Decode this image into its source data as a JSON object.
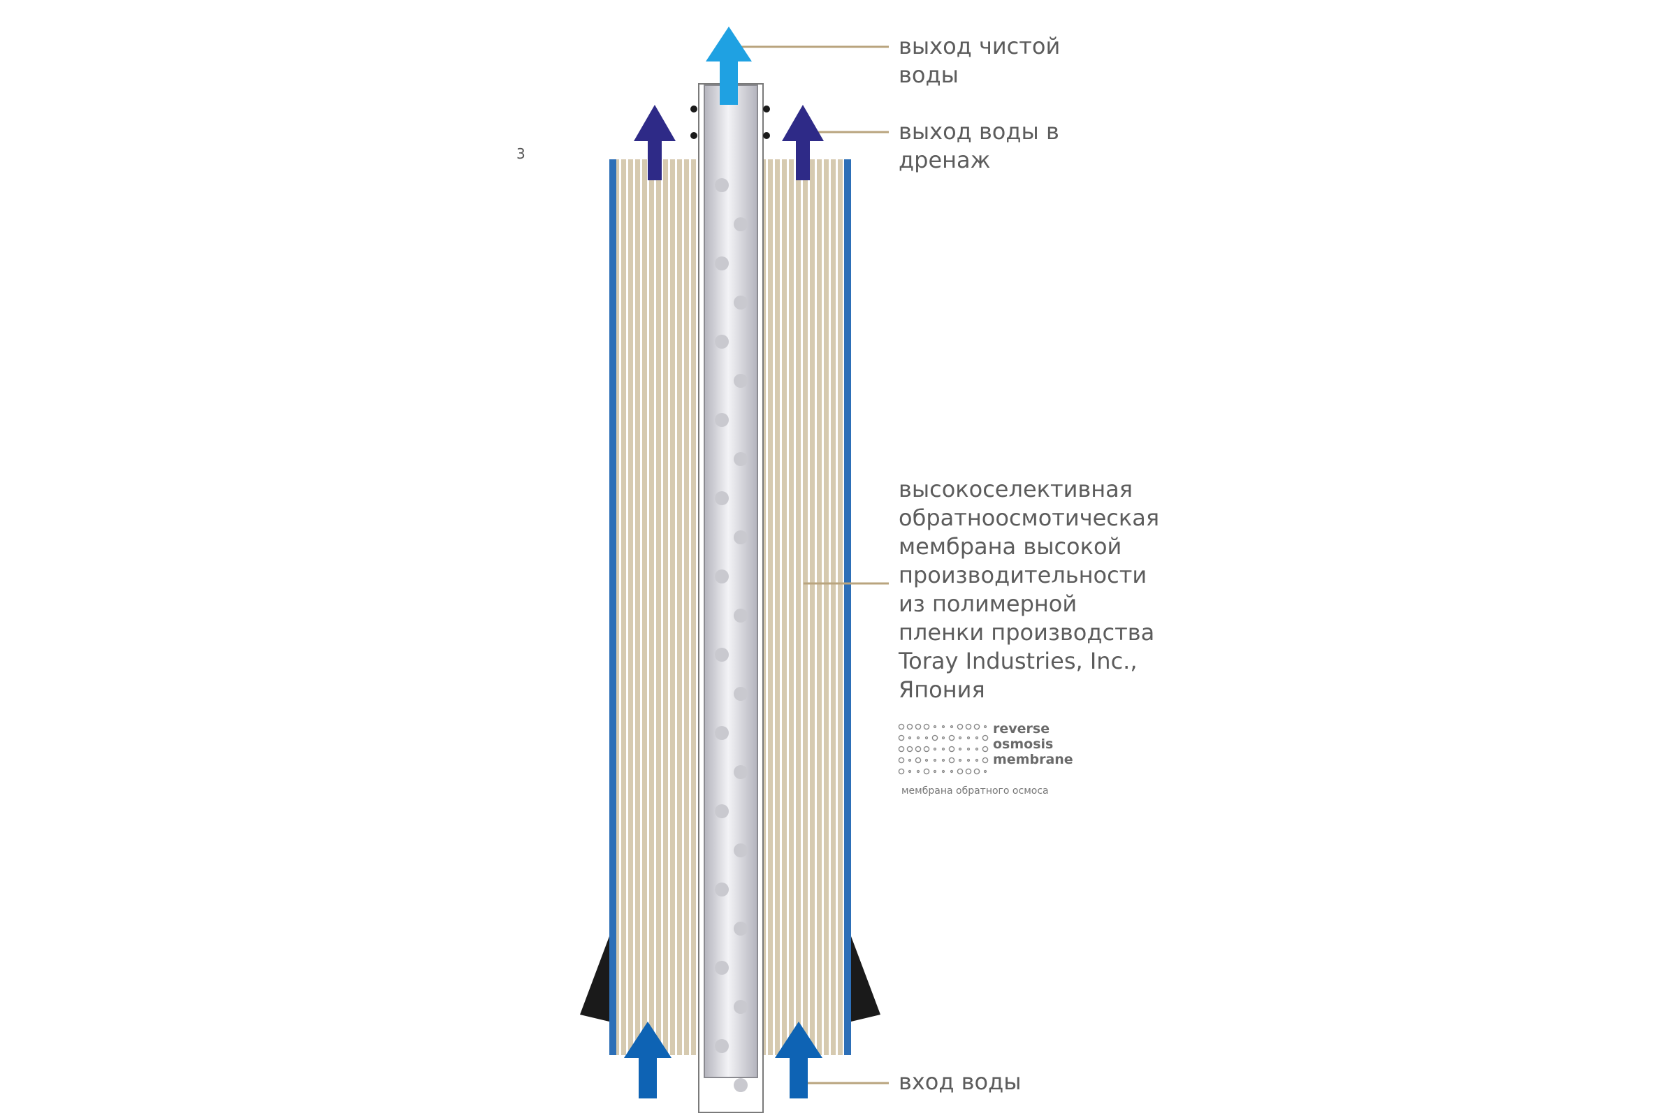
{
  "colors": {
    "background": "#ffffff",
    "membrane_fill": "#d6cab0",
    "membrane_stripe": "#ffffff",
    "housing_blue": "#2d6fb7",
    "tube_light": "#f3f3f6",
    "tube_dark": "#b4b4bd",
    "clean_arrow": "#1fa1e2",
    "drain_arrow": "#2e2a87",
    "inlet_arrow": "#0e63b4",
    "leader_line": "#b9a47e",
    "seal_black": "#1a1a1a",
    "text": "#5c5c5c"
  },
  "labels": {
    "clean_water_out": "выход чистой\nводы",
    "drain_out": "выход воды в\nдренаж",
    "membrane": "высокоселективная\nобратноосмотическая\nмембрана высокой\nпроизводительности\nиз полимерной\nпленки производства\nToray Industries, Inc.,\nЯпония",
    "water_in": "вход воды"
  },
  "logo": {
    "word1": "reverse",
    "word2": "osmosis",
    "word3": "membrane",
    "caption": "мембрана обратного осмоса",
    "icon": "dot-matrix-logo-icon"
  },
  "stray_mark": "3",
  "icons": {
    "clean_out": "arrow-up-icon",
    "drain_out": "arrow-up-icon",
    "inlet": "arrow-up-icon",
    "seal": "brine-seal-icon"
  }
}
